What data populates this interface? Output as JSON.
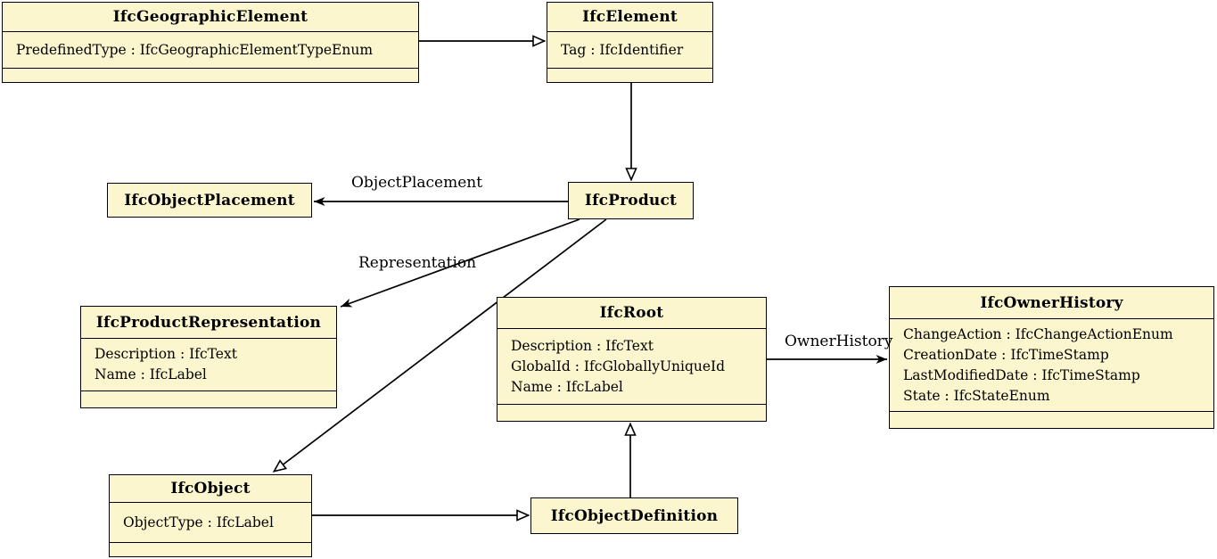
{
  "diagram": {
    "type": "uml-class-diagram",
    "subject": "IFC product data model inheritance and associations",
    "colors": {
      "background": "#FFFFFF",
      "box_fill": "#FBF6CE",
      "box_border": "#000000",
      "text": "#000000",
      "line": "#000000"
    },
    "classes": [
      {
        "name": "IfcGeographicElement",
        "attributes": [
          "PredefinedType : IfcGeographicElementTypeEnum"
        ]
      },
      {
        "name": "IfcElement",
        "attributes": [
          "Tag : IfcIdentifier"
        ]
      },
      {
        "name": "IfcObjectPlacement",
        "attributes": []
      },
      {
        "name": "IfcProduct",
        "attributes": []
      },
      {
        "name": "IfcProductRepresentation",
        "attributes": [
          "Description : IfcText",
          "Name : IfcLabel"
        ]
      },
      {
        "name": "IfcRoot",
        "attributes": [
          "Description : IfcText",
          "GlobalId : IfcGloballyUniqueId",
          "Name : IfcLabel"
        ]
      },
      {
        "name": "IfcOwnerHistory",
        "attributes": [
          "ChangeAction : IfcChangeActionEnum",
          "CreationDate : IfcTimeStamp",
          "LastModifiedDate : IfcTimeStamp",
          "State : IfcStateEnum"
        ]
      },
      {
        "name": "IfcObject",
        "attributes": [
          "ObjectType : IfcLabel"
        ]
      },
      {
        "name": "IfcObjectDefinition",
        "attributes": []
      }
    ],
    "relationships": [
      {
        "from": "IfcGeographicElement",
        "to": "IfcElement",
        "type": "generalization",
        "label": ""
      },
      {
        "from": "IfcElement",
        "to": "IfcProduct",
        "type": "generalization",
        "label": ""
      },
      {
        "from": "IfcProduct",
        "to": "IfcObjectPlacement",
        "type": "association",
        "label": "ObjectPlacement"
      },
      {
        "from": "IfcProduct",
        "to": "IfcProductRepresentation",
        "type": "association",
        "label": "Representation"
      },
      {
        "from": "IfcProduct",
        "to": "IfcObject",
        "type": "generalization",
        "label": ""
      },
      {
        "from": "IfcObject",
        "to": "IfcObjectDefinition",
        "type": "generalization",
        "label": ""
      },
      {
        "from": "IfcObjectDefinition",
        "to": "IfcRoot",
        "type": "generalization",
        "label": ""
      },
      {
        "from": "IfcRoot",
        "to": "IfcOwnerHistory",
        "type": "association",
        "label": "OwnerHistory"
      }
    ]
  }
}
